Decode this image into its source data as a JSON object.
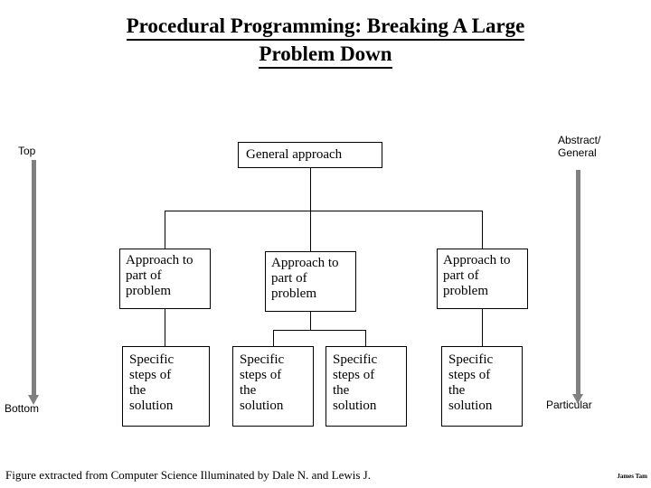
{
  "slide": {
    "title_line1": "Procedural Programming: Breaking A Large",
    "title_line2": "Problem Down",
    "footer": "Figure extracted from Computer Science Illuminated by Dale N. and Lewis J.",
    "credit": "James Tam"
  },
  "left_axis": {
    "top_label": "Top",
    "bottom_label": "Bottom"
  },
  "right_axis": {
    "top_label": "Abstract/\nGeneral",
    "bottom_label": "Particular"
  },
  "tree": {
    "root": {
      "label": "General approach"
    },
    "level2": [
      {
        "label": "Approach to\npart of\nproblem"
      },
      {
        "label": "Approach to\npart of\nproblem"
      },
      {
        "label": "Approach to\npart of\nproblem"
      }
    ],
    "level3": [
      {
        "label": "Specific\nsteps of\nthe\nsolution"
      },
      {
        "label": "Specific\nsteps of\nthe\nsolution"
      },
      {
        "label": "Specific\nsteps of\nthe\nsolution"
      },
      {
        "label": "Specific\nsteps of\nthe\nsolution"
      }
    ]
  },
  "colors": {
    "axis_arrow": "#808080",
    "box_border": "#000000",
    "text": "#000000",
    "background": "#ffffff"
  }
}
